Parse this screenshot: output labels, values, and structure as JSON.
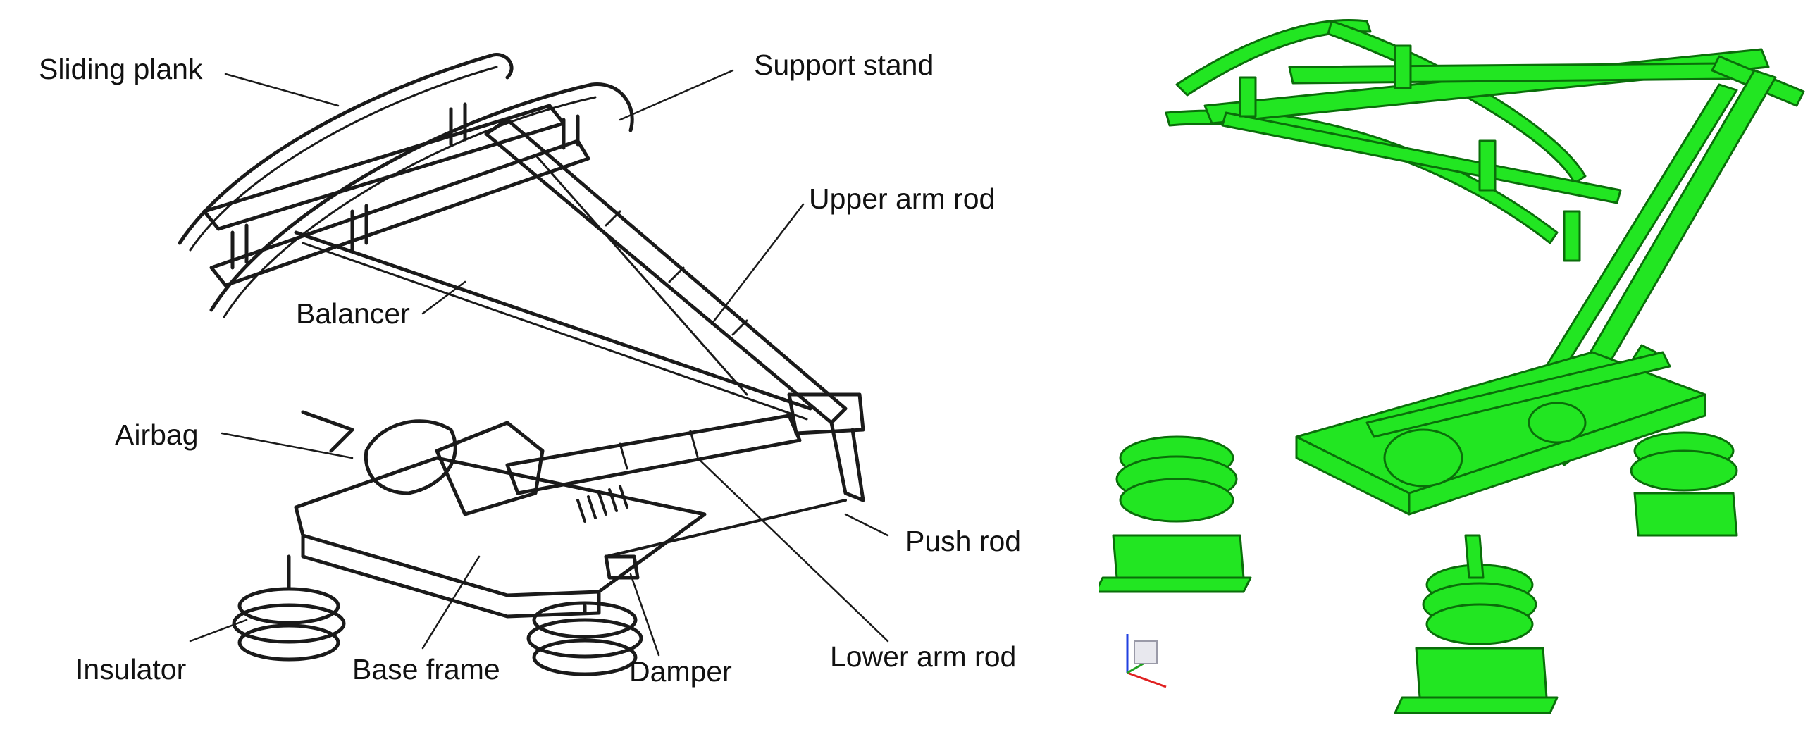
{
  "labels": {
    "sliding_plank": "Sliding plank",
    "support_stand": "Support stand",
    "upper_arm_rod": "Upper arm rod",
    "balancer": "Balancer",
    "airbag": "Airbag",
    "push_rod": "Push rod",
    "insulator": "Insulator",
    "base_frame": "Base frame",
    "damper": "Damper",
    "lower_arm_rod": "Lower arm rod"
  },
  "colors": {
    "line_drawing": "#1a1a1a",
    "model_green": "#22e622",
    "model_edge": "#0a6e0a",
    "axis_x": "#e02020",
    "axis_y": "#20a020",
    "axis_z": "#2040e0"
  },
  "icons": {
    "axis_triad": "xyz-axis-triad-icon"
  }
}
